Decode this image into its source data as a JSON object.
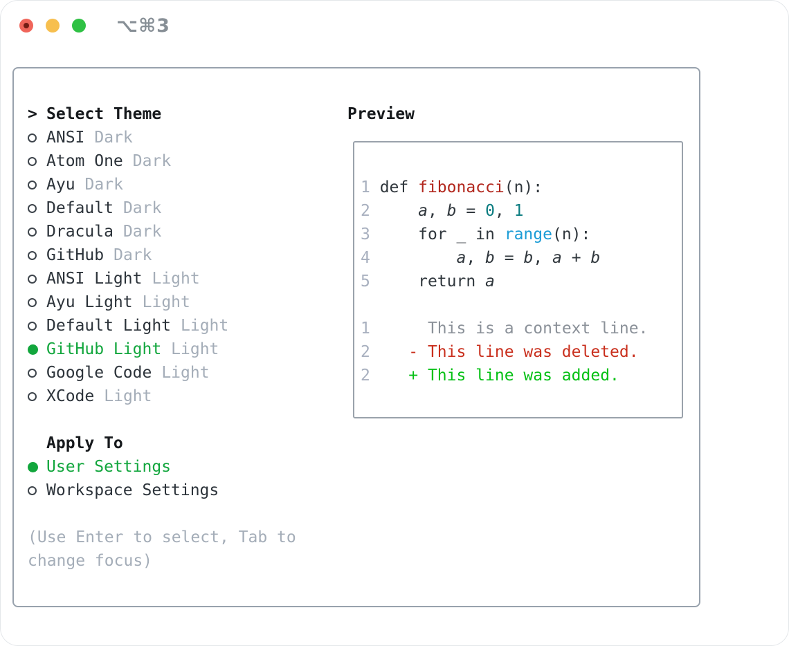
{
  "window": {
    "titlebar": {
      "shortcut": "⌥⌘3"
    },
    "traffic_lights": [
      {
        "name": "close",
        "color": "#f0655a"
      },
      {
        "name": "minimize",
        "color": "#f7bf4f"
      },
      {
        "name": "zoom",
        "color": "#2fc144"
      }
    ]
  },
  "theme_panel": {
    "header": {
      "marker": ">",
      "label": "Select Theme"
    },
    "themes": [
      {
        "name": "ANSI",
        "variant": "Dark",
        "selected": false
      },
      {
        "name": "Atom One",
        "variant": "Dark",
        "selected": false
      },
      {
        "name": "Ayu",
        "variant": "Dark",
        "selected": false
      },
      {
        "name": "Default",
        "variant": "Dark",
        "selected": false
      },
      {
        "name": "Dracula",
        "variant": "Dark",
        "selected": false
      },
      {
        "name": "GitHub",
        "variant": "Dark",
        "selected": false
      },
      {
        "name": "ANSI Light",
        "variant": "Light",
        "selected": false
      },
      {
        "name": "Ayu Light",
        "variant": "Light",
        "selected": false
      },
      {
        "name": "Default Light",
        "variant": "Light",
        "selected": false
      },
      {
        "name": "GitHub Light",
        "variant": "Light",
        "selected": true
      },
      {
        "name": "Google Code",
        "variant": "Light",
        "selected": false
      },
      {
        "name": "XCode",
        "variant": "Light",
        "selected": false
      }
    ],
    "apply_to": {
      "label": "Apply To",
      "options": [
        {
          "name": "User Settings",
          "selected": true
        },
        {
          "name": "Workspace Settings",
          "selected": false
        }
      ]
    },
    "hint": "(Use Enter to select, Tab to change focus)"
  },
  "preview": {
    "title": "Preview",
    "lines": [
      [
        [
          "1 ",
          "lineno"
        ],
        [
          "def ",
          "code"
        ],
        [
          "fibonacci",
          "fn"
        ],
        [
          "(n):",
          "code"
        ]
      ],
      [
        [
          "2 ",
          "lineno"
        ],
        [
          "    ",
          "code"
        ],
        [
          "a",
          "var"
        ],
        [
          ", ",
          "code"
        ],
        [
          "b",
          "var"
        ],
        [
          " = ",
          "code"
        ],
        [
          "0",
          "num"
        ],
        [
          ", ",
          "code"
        ],
        [
          "1",
          "num"
        ]
      ],
      [
        [
          "3 ",
          "lineno"
        ],
        [
          "    for _ in ",
          "code"
        ],
        [
          "range",
          "builtin"
        ],
        [
          "(n):",
          "code"
        ]
      ],
      [
        [
          "4 ",
          "lineno"
        ],
        [
          "        ",
          "code"
        ],
        [
          "a",
          "var"
        ],
        [
          ", ",
          "code"
        ],
        [
          "b",
          "var"
        ],
        [
          " = ",
          "code"
        ],
        [
          "b",
          "var"
        ],
        [
          ", ",
          "code"
        ],
        [
          "a",
          "var"
        ],
        [
          " + ",
          "code"
        ],
        [
          "b",
          "var"
        ]
      ],
      [
        [
          "5 ",
          "lineno"
        ],
        [
          "    return ",
          "code"
        ],
        [
          "a",
          "var"
        ]
      ],
      [],
      [
        [
          "1 ",
          "lineno"
        ],
        [
          "     ",
          "code"
        ],
        [
          "This is a context line.",
          "ctx"
        ]
      ],
      [
        [
          "2 ",
          "lineno"
        ],
        [
          "   ",
          "code"
        ],
        [
          "- This line was deleted.",
          "del"
        ]
      ],
      [
        [
          "2 ",
          "lineno"
        ],
        [
          "   ",
          "code"
        ],
        [
          "+ This line was added.",
          "add"
        ]
      ]
    ]
  },
  "colors": {
    "selection_green": "#12a63d",
    "added_green": "#04c014",
    "deleted_red": "#c92f1d",
    "function_red": "#b2271d",
    "number_teal": "#0b7c80",
    "builtin_blue": "#1b9cd6",
    "text_dark": "#2c333a",
    "muted_gray": "#a4adb8",
    "line_number_gray": "#a8b0bf",
    "panel_border": "#98a2ad"
  }
}
